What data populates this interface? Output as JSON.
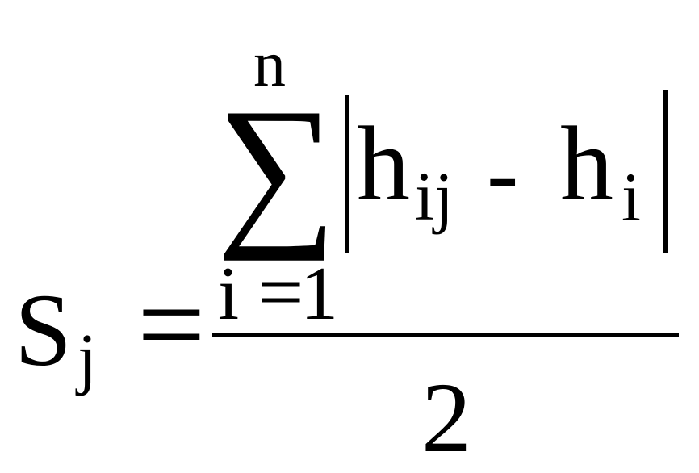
{
  "formula": {
    "upper_limit": "n",
    "sigma": "∑",
    "h_left": "h",
    "sub_left": "ij",
    "minus": "-",
    "h_right": "h",
    "sub_right": "i",
    "lower_index": "i",
    "lower_equals": "=",
    "lower_start": "1",
    "lhs_var": "S",
    "lhs_sub": "j",
    "equals": "=",
    "denominator": "2"
  }
}
